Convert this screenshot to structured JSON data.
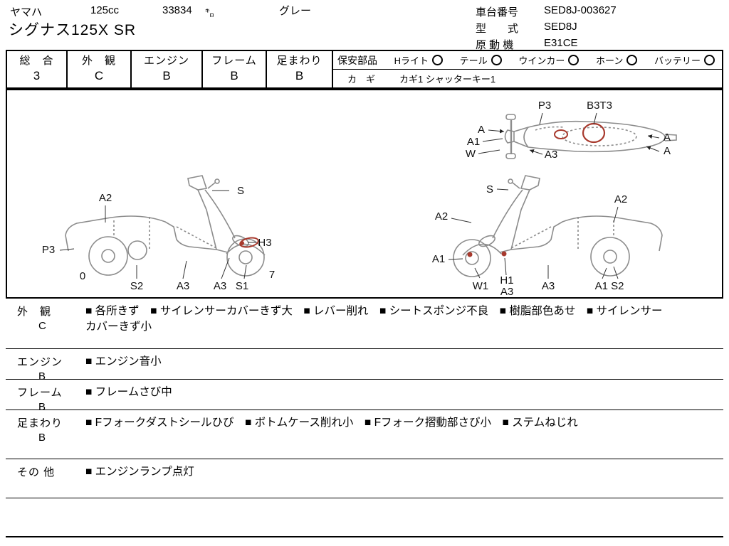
{
  "header": {
    "maker": "ヤマハ",
    "displacement": "125cc",
    "mileage": "33834",
    "mileage_unit": "㌔",
    "color": "グレー",
    "model": "シグナス125X SR",
    "chassis_label": "車台番号",
    "chassis_value": "SED8J-003627",
    "type_label": "型　　式",
    "type_value": "SED8J",
    "engine_label": "原 動 機",
    "engine_value": "E31CE"
  },
  "grade_table": {
    "cells": [
      {
        "label": "総　合",
        "value": "3"
      },
      {
        "label": "外　観",
        "value": "C"
      },
      {
        "label": "エンジン",
        "value": "B"
      },
      {
        "label": "フレーム",
        "value": "B"
      },
      {
        "label": "足まわり",
        "value": "B"
      }
    ],
    "safety": {
      "label": "保安部品",
      "items": [
        "Hライト",
        "テール",
        "ウインカー",
        "ホーン",
        "バッテリー"
      ],
      "key_label": "カ　ギ",
      "key_value": "カギ1 シャッターキー1"
    }
  },
  "diagram": {
    "left": {
      "a2": "A2",
      "s": "S",
      "p3": "P3",
      "zero": "0",
      "s2": "S2",
      "a3a": "A3",
      "a3b": "A3",
      "s1": "S1",
      "seven": "7",
      "h3": "H3"
    },
    "right": {
      "s": "S",
      "a2_top": "A2",
      "a2_side": "A2",
      "a1": "A1",
      "w1": "W1",
      "h1": "H1",
      "a3_sub": "A3",
      "a3": "A3",
      "a1s2": "A1 S2"
    },
    "top": {
      "p3": "P3",
      "b3t3": "B3T3",
      "a_front": "A",
      "a1": "A1",
      "w": "W",
      "a3": "A3",
      "a_rear_top": "A",
      "a_rear_bottom": "A"
    }
  },
  "notes": {
    "rows": [
      {
        "label": "外　観",
        "grade": "C",
        "text": "■ 各所きず　■ サイレンサーカバーきず大　■ レバー削れ　■ シートスポンジ不良　■ 樹脂部色あせ　■ サイレンサーカバーきず小"
      },
      {
        "label": "エンジン",
        "grade": "B",
        "text": "■ エンジン音小"
      },
      {
        "label": "フレーム",
        "grade": "B",
        "text": "■ フレームさび中"
      },
      {
        "label": "足まわり",
        "grade": "B",
        "text": "■ Fフォークダストシールひび　■ ボトムケース削れ小　■ Fフォーク摺動部さび小　■ ステムねじれ"
      },
      {
        "label": "その 他",
        "grade": "",
        "text": "■ エンジンランプ点灯"
      }
    ]
  },
  "colors": {
    "damage_mark": "#a83a2e",
    "line_art": "#8c8c8c"
  }
}
